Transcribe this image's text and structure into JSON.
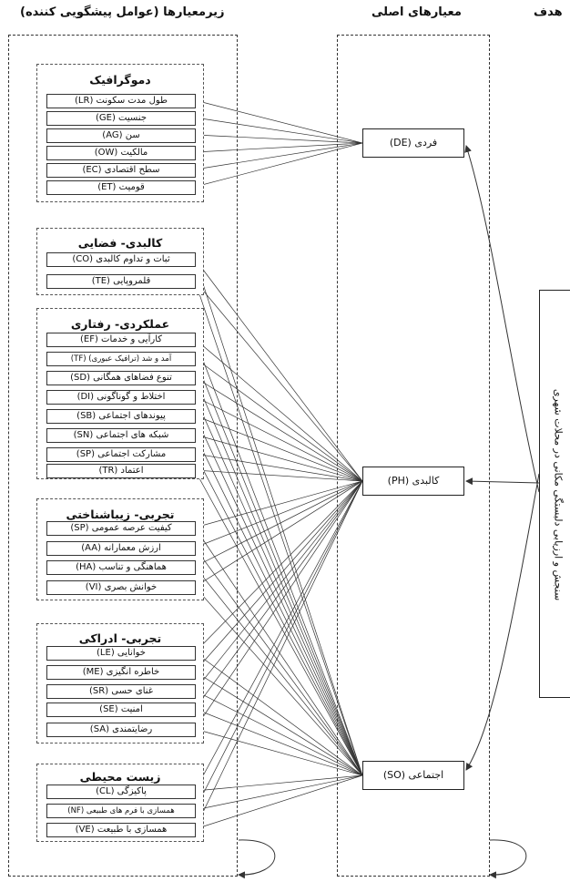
{
  "headers": {
    "goal": "هدف",
    "main_criteria": "معیارهای اصلی",
    "sub_criteria": "زیرمعیارها (عوامل پیشگویی کننده)"
  },
  "goal": "سنجش و ارزیابی دلبستگی مکانی در محلات شهری",
  "criteria": [
    {
      "id": "DE",
      "label": "فردی (DE)"
    },
    {
      "id": "PH",
      "label": "کالبدی (PH)"
    },
    {
      "id": "SO",
      "label": "اجتماعی (SO)"
    }
  ],
  "groups": [
    {
      "title": "دموگرافیک",
      "items": [
        "طول مدت سکونت (LR)",
        "جنسیت (GE)",
        "سن (AG)",
        "مالکیت (OW)",
        "سطح اقتصادی (EC)",
        "قومیت (ET)"
      ]
    },
    {
      "title": "کالبدی- فضایی",
      "items": [
        "ثبات و تداوم کالبدی (CO)",
        "قلمروپایی (TE)"
      ]
    },
    {
      "title": "عملکردی- رفتاری",
      "items": [
        "کارآیی و خدمات (EF)",
        "آمد و شد (ترافیک عبوری) (TF)",
        "تنوع فضاهای همگانی (SD)",
        "اختلاط و گوناگونی (DI)",
        "پیوندهای اجتماعی (SB)",
        "شبکه های اجتماعی (SN)",
        "مشارکت اجتماعی (SP)",
        "اعتماد (TR)"
      ]
    },
    {
      "title": "تجربی- زیباشناختی",
      "items": [
        "کیفیت عرصه عمومی (SP)",
        "ارزش معمارانه (AA)",
        "هماهنگی و تناسب (HA)",
        "خوانش بصری (VI)"
      ]
    },
    {
      "title": "تجربی- ادراکی",
      "items": [
        "خوانایی (LE)",
        "خاطره انگیزی (ME)",
        "غنای حسی (SR)",
        "امنیت (SE)",
        "رضایتمندی (SA)"
      ]
    },
    {
      "title": "زیست محیطی",
      "items": [
        "پاکیزگی (CL)",
        "همسازی با فرم های طبیعی (NF)",
        "همسازی با طبیعت (VE)"
      ]
    }
  ]
}
